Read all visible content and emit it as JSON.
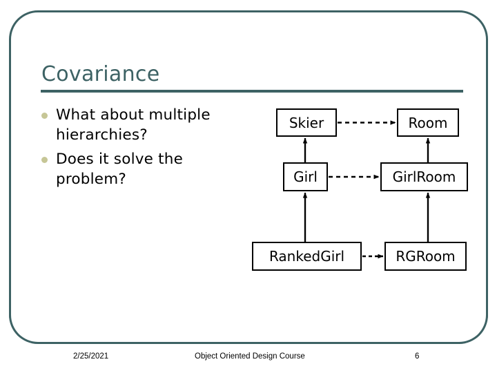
{
  "slide": {
    "title": "Covariance",
    "accent_color": "#3d6264",
    "bullet_color": "#c6c696",
    "bullets": [
      {
        "text": "What about multiple hierarchies?"
      },
      {
        "text": "Does it solve the problem?"
      }
    ]
  },
  "diagram": {
    "nodes": [
      {
        "id": "skier",
        "label": "Skier"
      },
      {
        "id": "room",
        "label": "Room"
      },
      {
        "id": "girl",
        "label": "Girl"
      },
      {
        "id": "girlroom",
        "label": "GirlRoom"
      },
      {
        "id": "rankedgirl",
        "label": "RankedGirl"
      },
      {
        "id": "rgroom",
        "label": "RGRoom"
      }
    ],
    "edges": [
      {
        "from": "skier",
        "to": "room",
        "style": "dashed",
        "direction": "right"
      },
      {
        "from": "girl",
        "to": "girlroom",
        "style": "dashed",
        "direction": "right"
      },
      {
        "from": "rankedgirl",
        "to": "rgroom",
        "style": "dashed",
        "direction": "right"
      },
      {
        "from": "girl",
        "to": "skier",
        "style": "solid",
        "direction": "up"
      },
      {
        "from": "girlroom",
        "to": "room",
        "style": "solid",
        "direction": "up"
      },
      {
        "from": "rankedgirl",
        "to": "girl",
        "style": "solid",
        "direction": "up"
      },
      {
        "from": "rgroom",
        "to": "girlroom",
        "style": "solid",
        "direction": "up"
      }
    ]
  },
  "footer": {
    "date": "2/25/2021",
    "course": "Object Oriented Design Course",
    "page_number": "6"
  }
}
